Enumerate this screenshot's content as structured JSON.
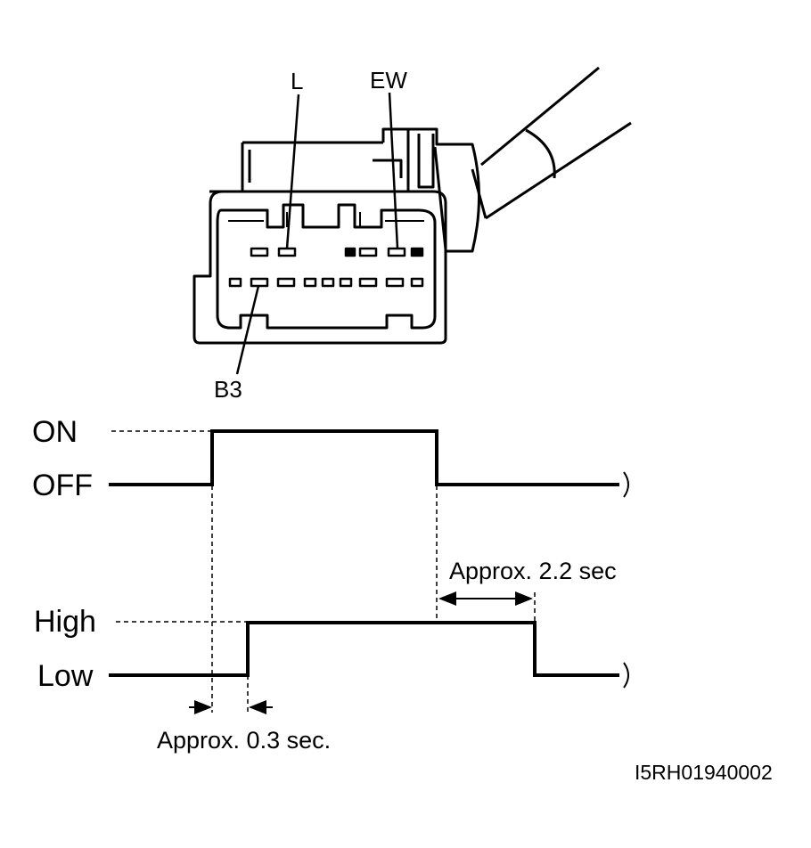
{
  "connector": {
    "pins": {
      "l": "L",
      "ew": "EW",
      "b3": "B3"
    }
  },
  "signals": {
    "switch": {
      "on": "ON",
      "off": "OFF"
    },
    "output": {
      "high": "High",
      "low": "Low"
    }
  },
  "annotations": {
    "delay_on": "Approx. 0.3 sec.",
    "delay_off": "Approx. 2.2 sec"
  },
  "figure_code": "I5RH01940002",
  "colors": {
    "ink": "#000000",
    "background": "#ffffff"
  }
}
